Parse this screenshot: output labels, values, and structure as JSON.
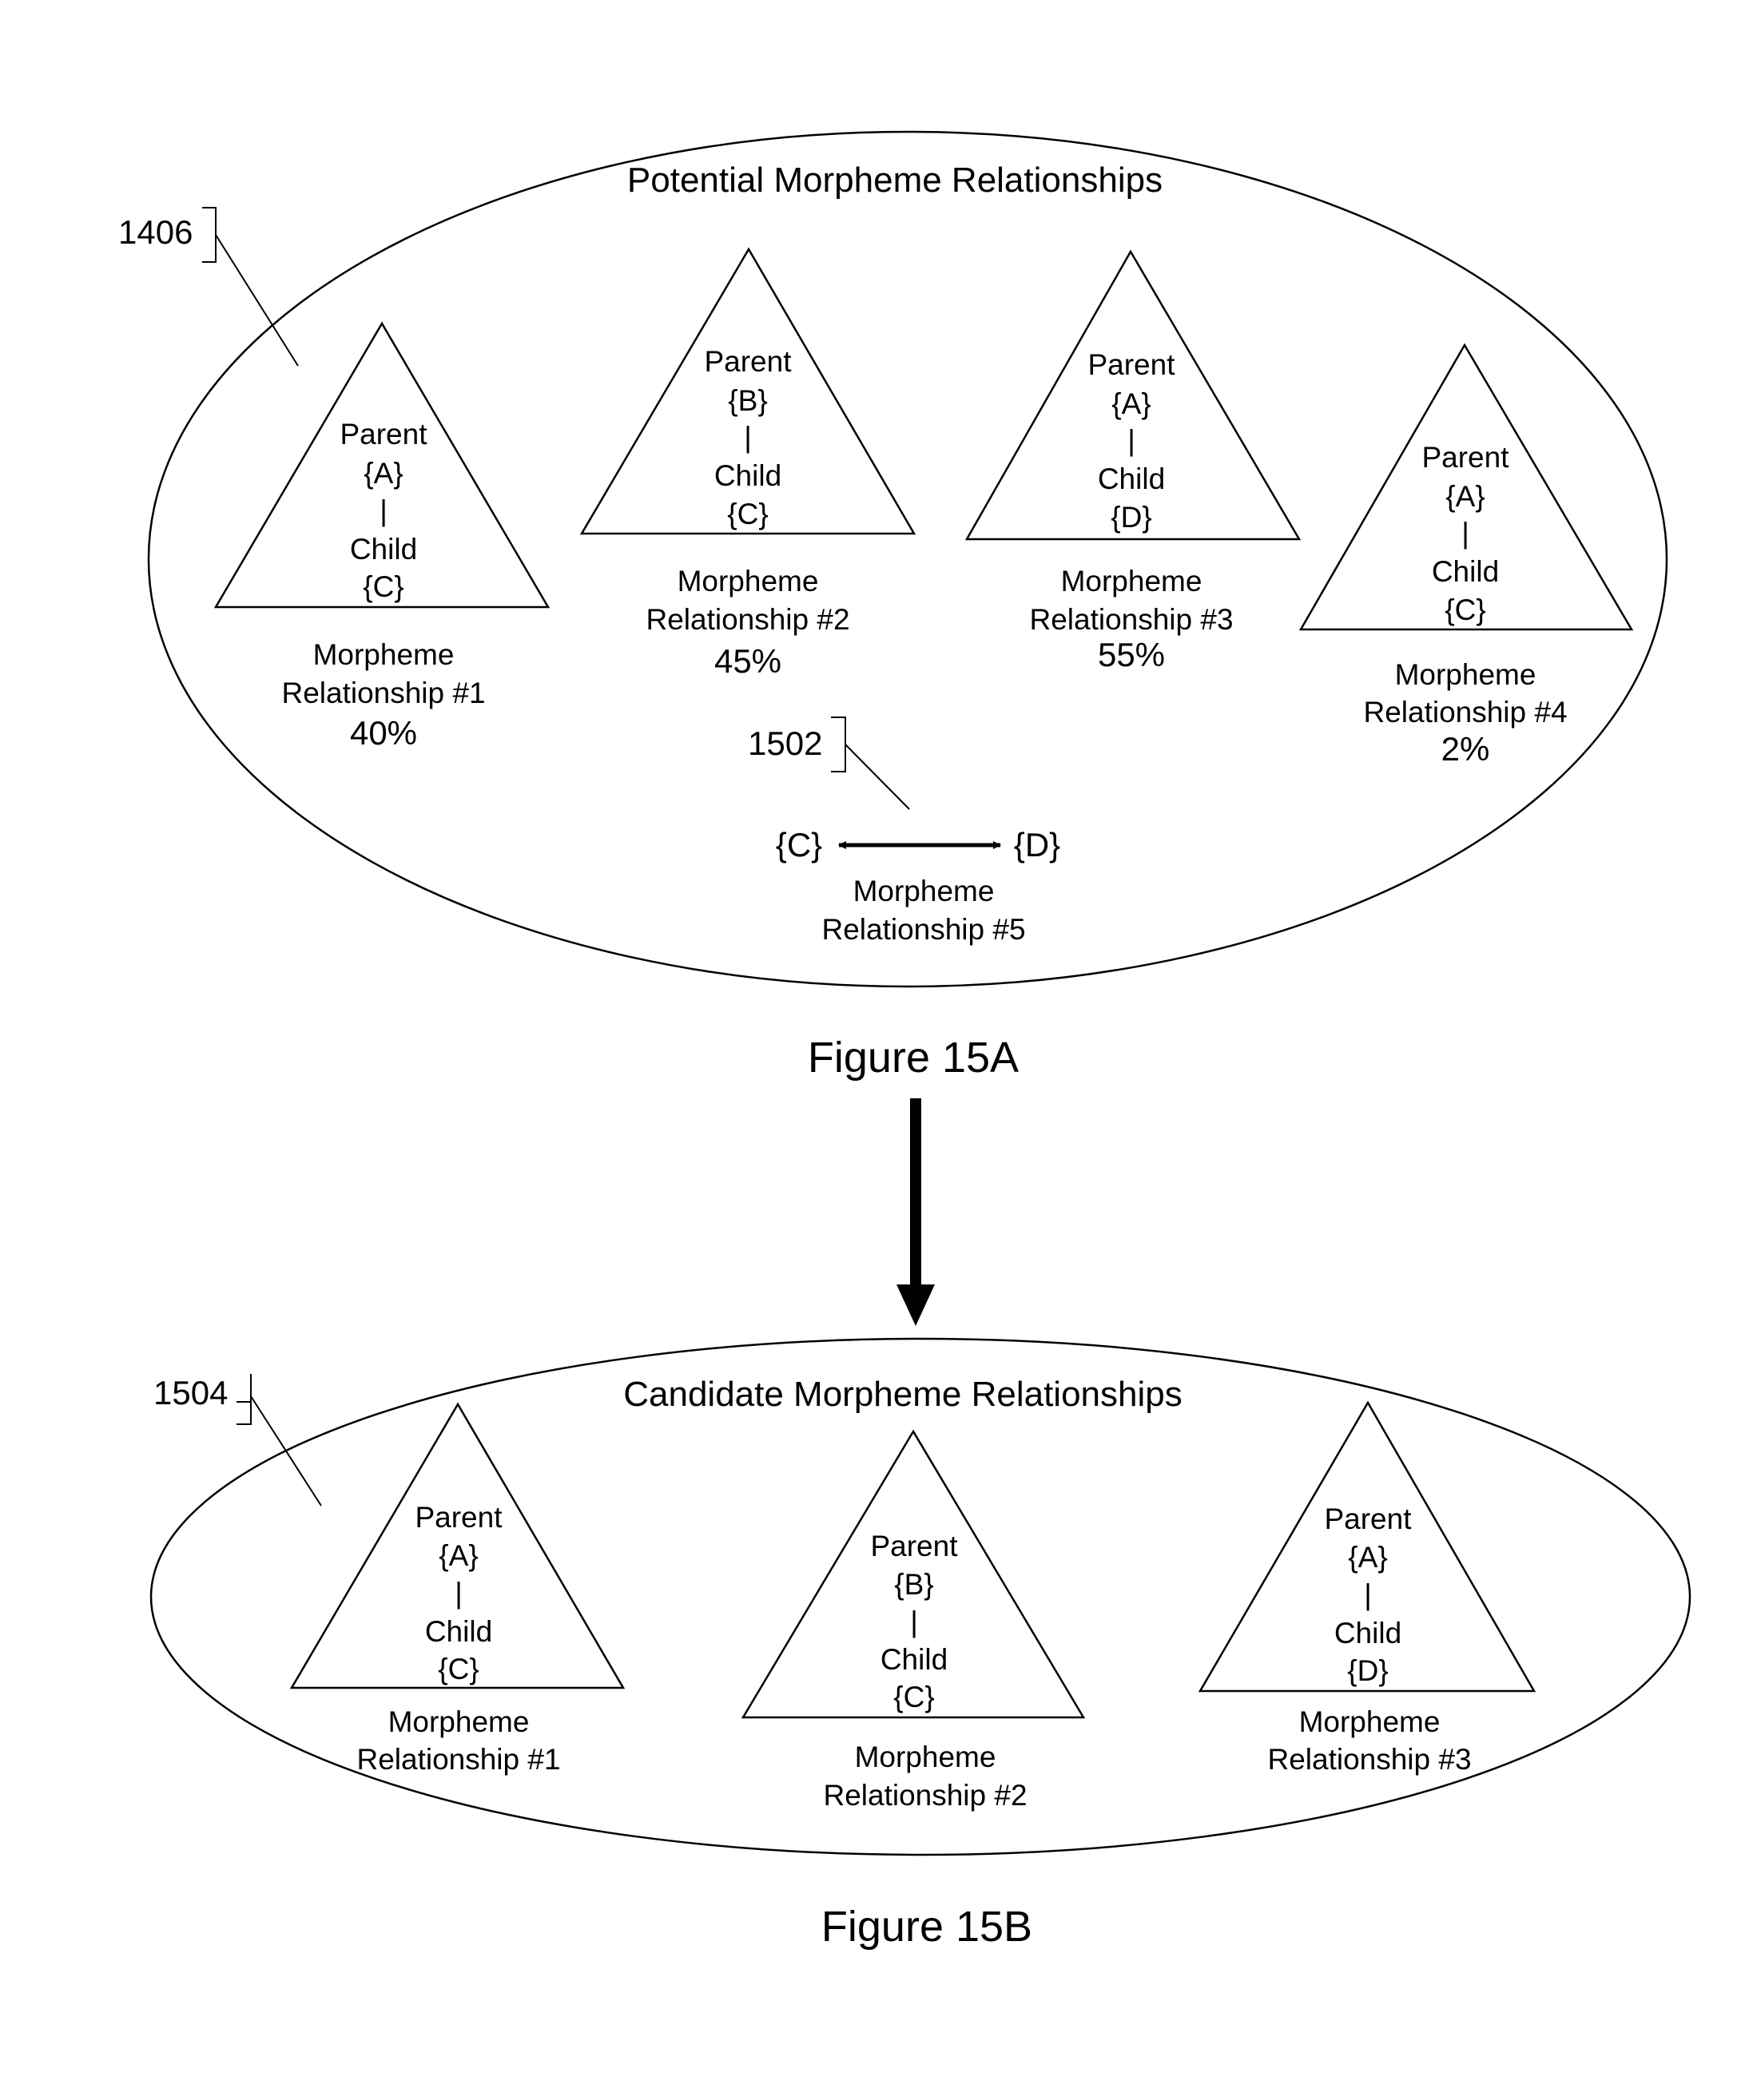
{
  "figure_a": {
    "caption": "Figure 15A",
    "title": "Potential Morpheme Relationships",
    "ref": "1406",
    "relationships": [
      {
        "parent_label": "Parent",
        "parent": "{A}",
        "sep": "|",
        "child_label": "Child",
        "child": "{C}",
        "name1": "Morpheme",
        "name2": "Relationship #1",
        "pct": "40%"
      },
      {
        "parent_label": "Parent",
        "parent": "{B}",
        "sep": "|",
        "child_label": "Child",
        "child": "{C}",
        "name1": "Morpheme",
        "name2": "Relationship #2",
        "pct": "45%"
      },
      {
        "parent_label": "Parent",
        "parent": "{A}",
        "sep": "|",
        "child_label": "Child",
        "child": "{D}",
        "name1": "Morpheme",
        "name2": "Relationship #3",
        "pct": "55%"
      },
      {
        "parent_label": "Parent",
        "parent": "{A}",
        "sep": "|",
        "child_label": "Child",
        "child": "{C}",
        "name1": "Morpheme",
        "name2": "Relationship #4",
        "pct": "2%"
      }
    ],
    "relationship5": {
      "ref": "1502",
      "left": "{C}",
      "right": "{D}",
      "name1": "Morpheme",
      "name2": "Relationship #5"
    }
  },
  "figure_b": {
    "caption": "Figure 15B",
    "title": "Candidate Morpheme Relationships",
    "ref": "1504",
    "relationships": [
      {
        "parent_label": "Parent",
        "parent": "{A}",
        "sep": "|",
        "child_label": "Child",
        "child": "{C}",
        "name1": "Morpheme",
        "name2": "Relationship #1"
      },
      {
        "parent_label": "Parent",
        "parent": "{B}",
        "sep": "|",
        "child_label": "Child",
        "child": "{C}",
        "name1": "Morpheme",
        "name2": "Relationship #2"
      },
      {
        "parent_label": "Parent",
        "parent": "{A}",
        "sep": "|",
        "child_label": "Child",
        "child": "{D}",
        "name1": "Morpheme",
        "name2": "Relationship #3"
      }
    ]
  }
}
